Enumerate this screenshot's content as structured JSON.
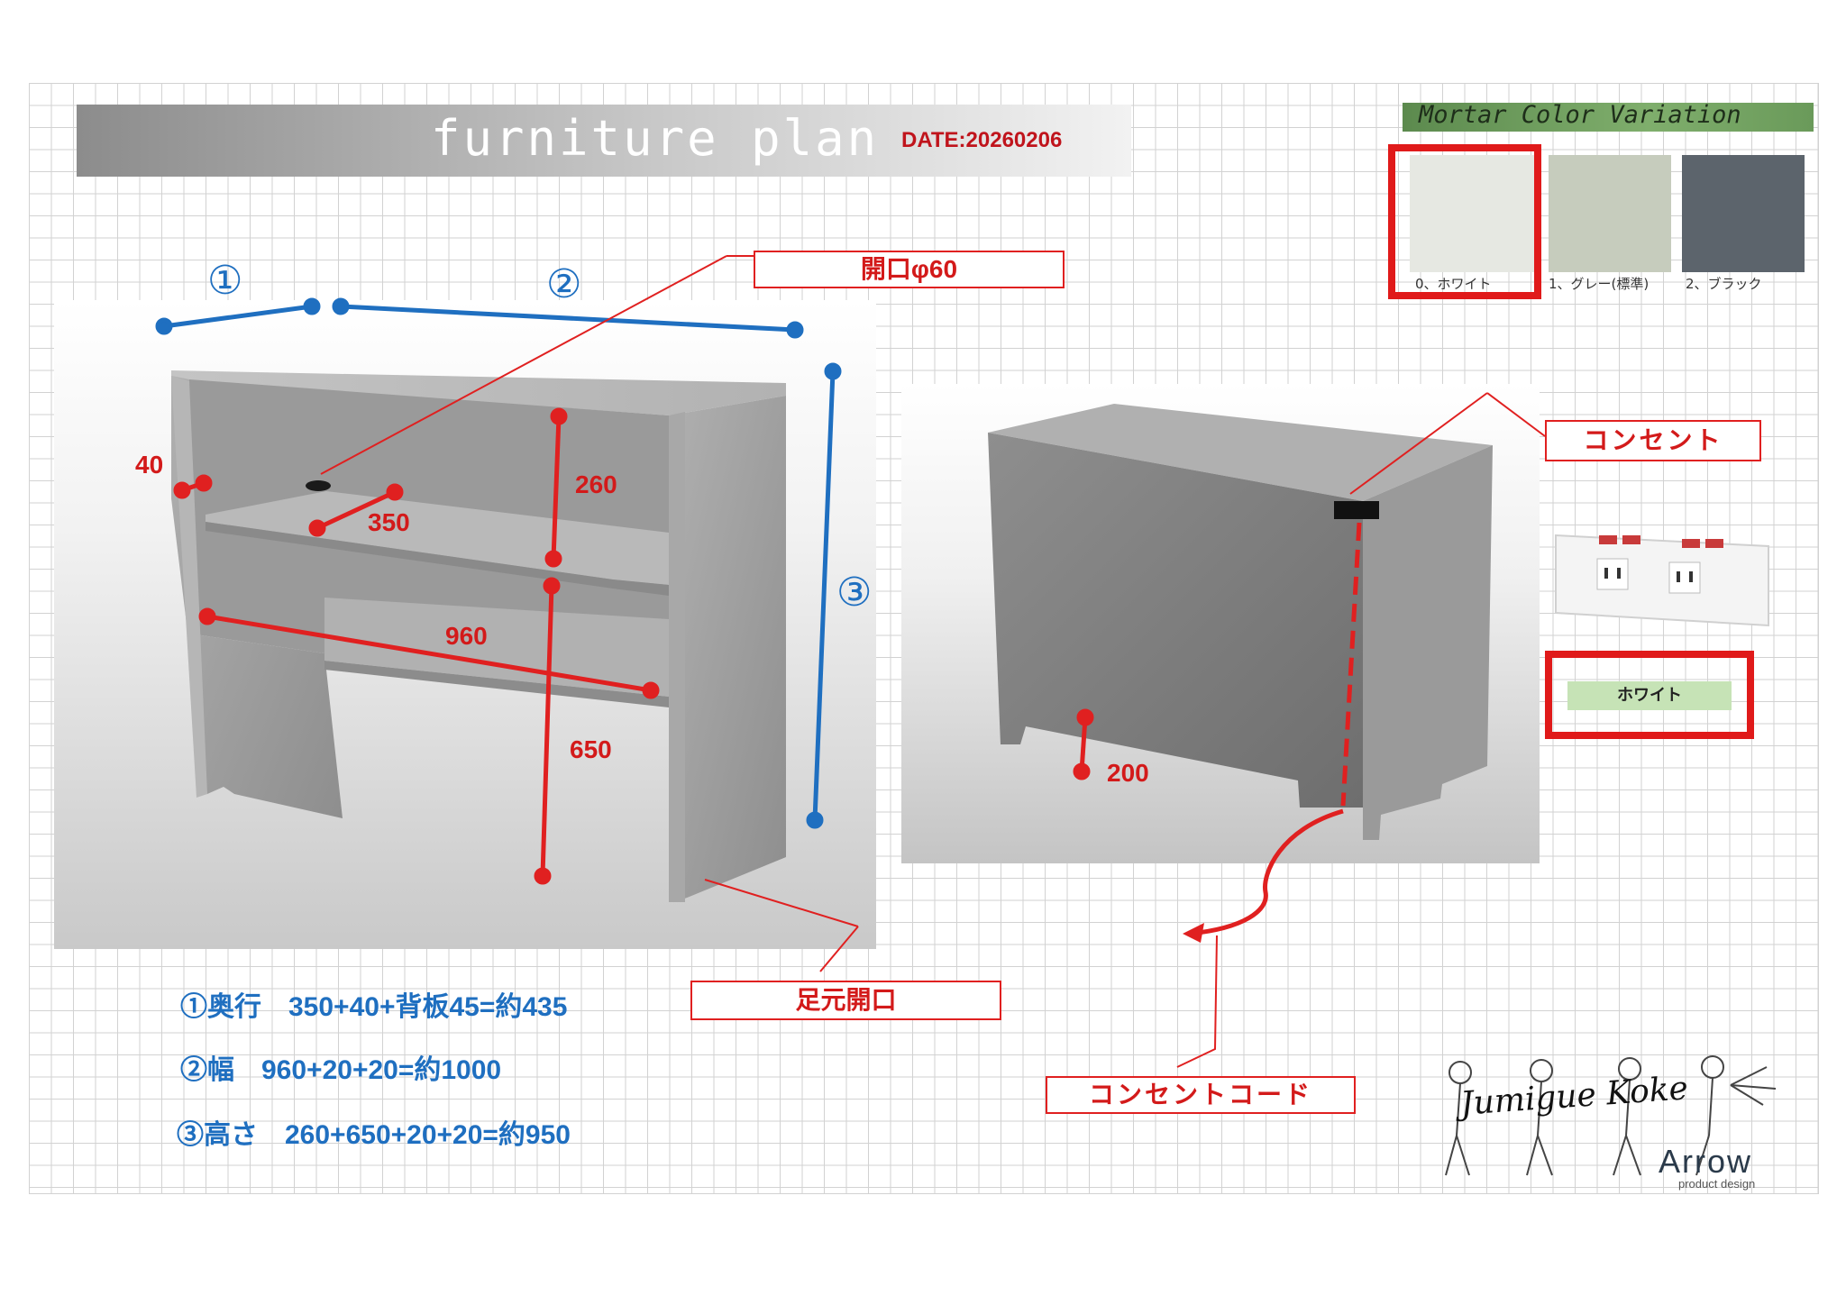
{
  "header": {
    "title": "furniture plan",
    "date": "DATE:20260206"
  },
  "circled_labels": {
    "depth": "①",
    "width": "②",
    "height": "③"
  },
  "dimensions": {
    "d40": "40",
    "d350": "350",
    "d260": "260",
    "d960": "960",
    "d650": "650",
    "d200": "200"
  },
  "callouts": {
    "opening": "開口φ60",
    "foot_opening": "足元開口",
    "outlet": "コンセント",
    "outlet_cord": "コンセントコード"
  },
  "specs": [
    {
      "text": "①奥行　350+40+背板45=約435"
    },
    {
      "text": "②幅　960+20+20=約1000"
    },
    {
      "text": "③高さ　260+650+20+20=約950"
    }
  ],
  "mortar": {
    "heading": "Mortar Color Variation",
    "swatches": [
      {
        "label": "0、ホワイト",
        "color": "#e6e8e2"
      },
      {
        "label": "1、グレー(標準)",
        "color": "#c6ccbd"
      },
      {
        "label": "2、ブラック",
        "color": "#5c646c"
      }
    ]
  },
  "outlet_color": {
    "label": "ホワイト"
  },
  "logo": {
    "script": "Jumigue Koke",
    "brand": "Arrow",
    "sub": "product design"
  },
  "colors": {
    "red": "#e02020",
    "blue": "#1f6fc0",
    "concrete": "#a4a4a4"
  }
}
